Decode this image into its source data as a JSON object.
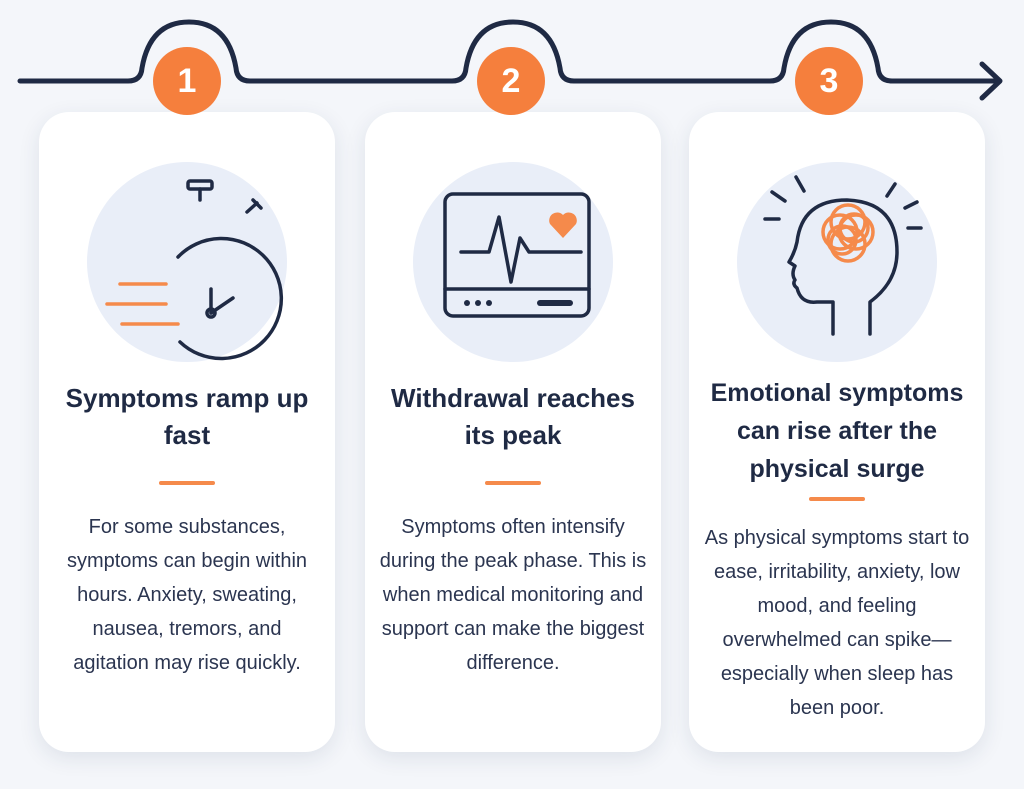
{
  "colors": {
    "accent": "#f57f3d",
    "navy": "#1f2a44",
    "icon_bg": "#e9eef8",
    "card_bg": "#ffffff",
    "page_bg": "#f4f6fa"
  },
  "steps": [
    {
      "number": "1",
      "icon": "stopwatch-icon",
      "title": "Symptoms ramp up fast",
      "description": "For some substances, symptoms can begin within hours. Anxiety, sweating, nausea, tremors, and agitation may rise quickly."
    },
    {
      "number": "2",
      "icon": "heart-monitor-icon",
      "title": "Withdrawal reaches its peak",
      "description": "Symptoms often intensify during the peak phase. This is when medical monitoring and support can make the biggest difference."
    },
    {
      "number": "3",
      "icon": "head-brain-icon",
      "title": "Emotional symptoms can rise after the physical surge",
      "description": "As physical symptoms start to ease, irritability, anxiety, low mood, and feeling overwhelmed can spike—especially when sleep has been poor."
    }
  ]
}
